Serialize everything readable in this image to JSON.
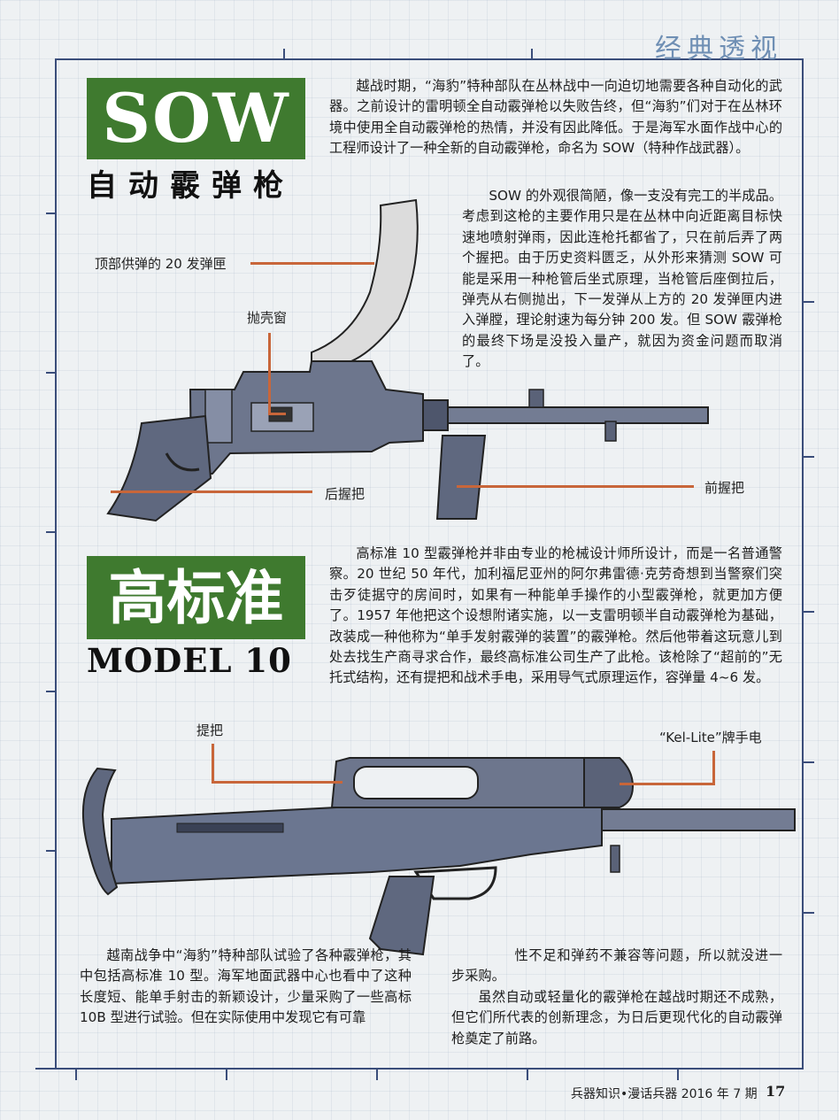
{
  "header": {
    "section": "经典透视"
  },
  "sow": {
    "title": "SOW",
    "subtitle": "自动霰弹枪",
    "para1": "越战时期，“海豹”特种部队在丛林战中一向迫切地需要各种自动化的武器。之前设计的雷明顿全自动霰弹枪以失败告终，但“海豹”们对于在丛林环境中使用全自动霰弹枪的热情，并没有因此降低。于是海军水面作战中心的工程师设计了一种全新的自动霰弹枪，命名为 SOW（特种作战武器）。",
    "para2": "SOW 的外观很简陋，像一支没有完工的半成品。考虑到这枪的主要作用只是在丛林中向近距离目标快速地喷射弹雨，因此连枪托都省了，只在前后弄了两个握把。由于历史资料匮乏，从外形来猜测 SOW 可能是采用一种枪管后坐式原理，当枪管后座倒拉后，弹壳从右侧抛出，下一发弹从上方的 20 发弹匣内进入弹膛，理论射速为每分钟 200 发。但 SOW 霰弹枪的最终下场是没投入量产，就因为资金问题而取消了。",
    "callouts": {
      "magazine": "顶部供弹的 20 发弹匣",
      "ejection": "抛壳窗",
      "rear_grip": "后握把",
      "front_grip": "前握把"
    }
  },
  "model10": {
    "title": "高标准",
    "subtitle": "MODEL 10",
    "para1": "高标准 10 型霰弹枪并非由专业的枪械设计师所设计，而是一名普通警察。20 世纪 50 年代，加利福尼亚州的阿尔弗雷德·克劳奇想到当警察们突击歹徒据守的房间时，如果有一种能单手操作的小型霰弹枪，就更加方便了。1957 年他把这个设想附诸实施，以一支雷明顿半自动霰弹枪为基础，改装成一种他称为“单手发射霰弹的装置”的霰弹枪。然后他带着这玩意儿到处去找生产商寻求合作，最终高标准公司生产了此枪。该枪除了“超前的”无托式结构，还有提把和战术手电，采用导气式原理运作，容弹量 4~6 发。",
    "callouts": {
      "handle": "提把",
      "flashlight": "“Kel-Lite”牌手电"
    },
    "bottom_left": "越南战争中“海豹”特种部队试验了各种霰弹枪，其中包括高标准 10 型。海军地面武器中心也看中了这种长度短、能单手射击的新颖设计，少量采购了一些高标10B 型进行试验。但在实际使用中发现它有可靠",
    "bottom_right_1": "性不足和弹药不兼容等问题，所以就没进一步采购。",
    "bottom_right_2": "虽然自动或轻量化的霰弹枪在越战时期还不成熟，但它们所代表的创新理念，为日后更现代化的自动霰弹枪奠定了前路。"
  },
  "footer": {
    "text": "兵器知识•漫话兵器  2016 年 7 期",
    "page": "17"
  },
  "colors": {
    "green": "#3f7a2f",
    "frame": "#3a4d7a",
    "leader": "#c8663a",
    "gun": "#6b7690"
  }
}
